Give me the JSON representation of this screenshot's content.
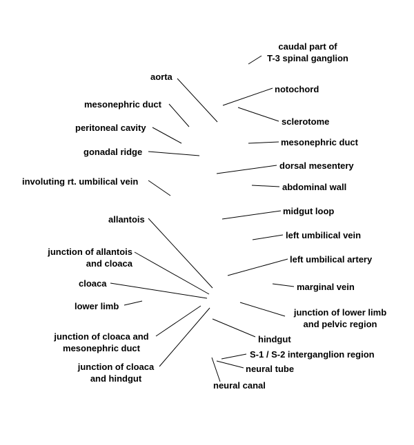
{
  "labels": {
    "caudal_t3": [
      "caudal part of",
      "T-3 spinal ganglion"
    ],
    "aorta": [
      "aorta"
    ],
    "notochord": [
      "notochord"
    ],
    "mesonephric_left": [
      "mesonephric duct"
    ],
    "sclerotome": [
      "sclerotome"
    ],
    "peritoneal": [
      "peritoneal cavity"
    ],
    "mesonephric_right": [
      "mesonephric duct"
    ],
    "gonadal": [
      "gonadal ridge"
    ],
    "dorsal_mesentery": [
      "dorsal mesentery"
    ],
    "involuting": [
      "involuting rt. umbilical vein"
    ],
    "abdominal_wall": [
      "abdominal wall"
    ],
    "midgut": [
      "midgut loop"
    ],
    "allantois": [
      "allantois"
    ],
    "left_umb_vein": [
      "left umbilical vein"
    ],
    "junction_allantois": [
      "junction of allantois",
      "and cloaca"
    ],
    "left_umb_artery": [
      "left umbilical artery"
    ],
    "cloaca": [
      "cloaca"
    ],
    "marginal_vein": [
      "marginal vein"
    ],
    "lower_limb": [
      "lower limb"
    ],
    "junction_lower_limb": [
      "junction of lower limb",
      "and pelvic region"
    ],
    "junction_cloaca_meso": [
      "junction of cloaca and",
      "mesonephric duct"
    ],
    "hindgut": [
      "hindgut"
    ],
    "junction_cloaca_hind": [
      "junction of cloaca",
      "and hindgut"
    ],
    "s1s2": [
      "S-1 / S-2 interganglion region"
    ],
    "neural_tube": [
      "neural tube"
    ],
    "neural_canal": [
      "neural canal"
    ]
  }
}
